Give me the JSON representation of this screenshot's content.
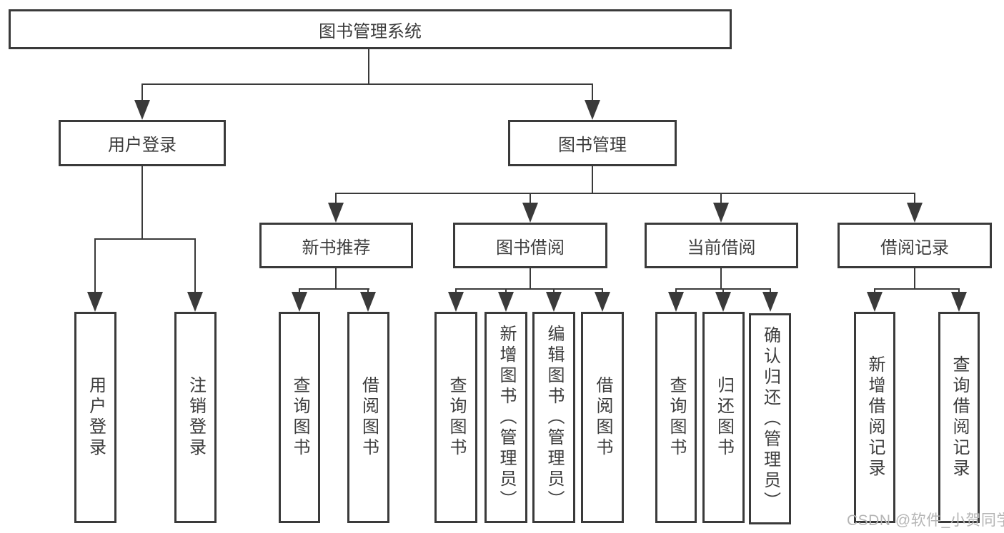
{
  "diagram_type": "hierarchy-tree",
  "tree": {
    "root": {
      "label": "图书管理系统",
      "children": [
        {
          "label": "用户登录",
          "children": [
            {
              "label": "用户登录"
            },
            {
              "label": "注销登录"
            }
          ]
        },
        {
          "label": "图书管理",
          "children": [
            {
              "label": "新书推荐",
              "children": [
                {
                  "label": "查询图书"
                },
                {
                  "label": "借阅图书"
                }
              ]
            },
            {
              "label": "图书借阅",
              "children": [
                {
                  "label": "查询图书"
                },
                {
                  "label": "新增图书（管理员）"
                },
                {
                  "label": "编辑图书（管理员）"
                },
                {
                  "label": "借阅图书"
                }
              ]
            },
            {
              "label": "当前借阅",
              "children": [
                {
                  "label": "查询图书"
                },
                {
                  "label": "归还图书"
                },
                {
                  "label": "确认归还（管理员）"
                }
              ]
            },
            {
              "label": "借阅记录",
              "children": [
                {
                  "label": "新增借阅记录"
                },
                {
                  "label": "查询借阅记录"
                }
              ]
            }
          ]
        }
      ]
    }
  },
  "watermark": {
    "text": "CSDN @软件_小贺同学"
  },
  "colors": {
    "line": "#3a3a3a",
    "text": "#3d3d3d",
    "background": "#ffffff",
    "watermark": "#b5b5b5"
  }
}
